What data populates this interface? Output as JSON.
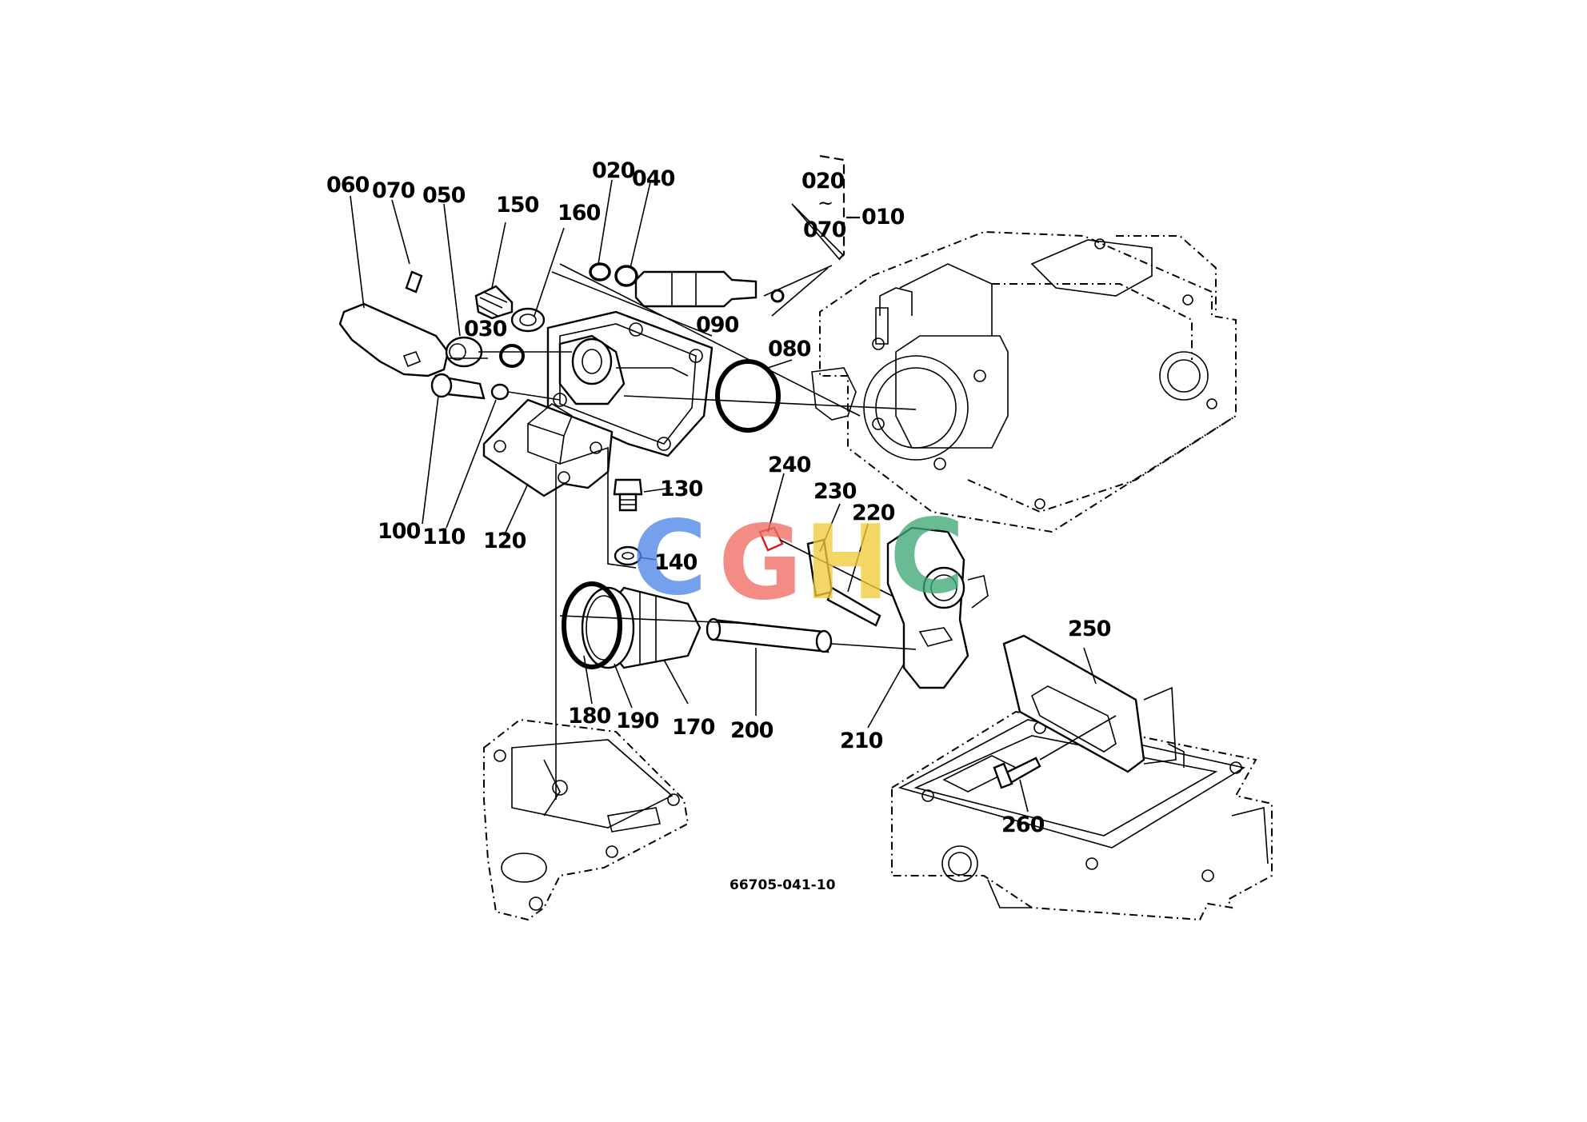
{
  "diagram": {
    "part_labels": {
      "p060": "060",
      "p070": "070",
      "p050": "050",
      "p150": "150",
      "p160": "160",
      "p020": "020",
      "p040": "040",
      "p030": "030",
      "p090": "090",
      "p080": "080",
      "p100": "100",
      "p110": "110",
      "p120": "120",
      "p130": "130",
      "p140": "140",
      "p240": "240",
      "p230": "230",
      "p220": "220",
      "p180": "180",
      "p190": "190",
      "p170": "170",
      "p200": "200",
      "p210": "210",
      "p250": "250",
      "p260": "260"
    },
    "assembly_group": {
      "from": "020",
      "tilde": "~",
      "to": "070",
      "assembly": "010"
    },
    "drawing_code": "66705-041-10"
  },
  "watermark": {
    "letters": [
      "C",
      "G",
      "H",
      "C"
    ],
    "colors": [
      "#4f86e8",
      "#ef6d63",
      "#f2cb3c",
      "#3fa877"
    ]
  }
}
